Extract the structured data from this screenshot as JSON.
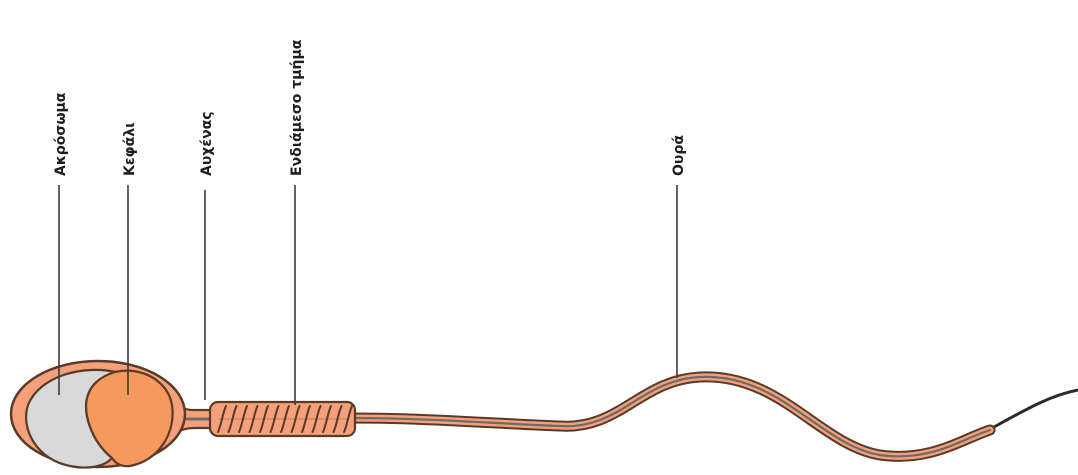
{
  "labels": {
    "acrosome": "Ακρόσωμα",
    "head": "Κεφάλι",
    "neck": "Αυχένας",
    "midpiece": "Ενδιάμεσο τμήμα",
    "tail": "Ουρά"
  },
  "colors": {
    "outline": "#5a3a28",
    "body_fill": "#f4a07a",
    "nucleus_fill": "#f59a5c",
    "acrosome_fill": "#d9d9d9",
    "axial_core": "#6b6b6b",
    "tail_tip": "#2b2b2b"
  }
}
